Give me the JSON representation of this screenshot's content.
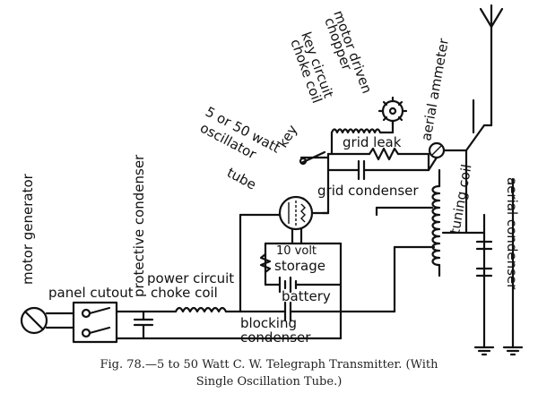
{
  "labels": {
    "motor_generator": "motor generator",
    "protective_condenser": "protective condenser",
    "panel_cutout": "panel cutout",
    "power_circuit": "power circuit",
    "choke_coil": "choke coil",
    "osc_1": "5 or 50 watt",
    "osc_2": "oscillator",
    "osc_3": "tube",
    "key": "key",
    "key_circuit_1": "key circuit",
    "key_circuit_2": "choke coil",
    "chopper_1": "motor driven",
    "chopper_2": "chopper",
    "grid_leak": "grid leak",
    "aerial_ammeter": "aerial ammeter",
    "tuning_coil": "tuning coil",
    "grid_condenser": "grid condenser",
    "storage_1": "10 volt",
    "storage_2": "storage",
    "battery": "battery",
    "blocking_1": "blocking",
    "blocking_2": "condenser",
    "aerial_condenser": "aerial condenser"
  },
  "caption": {
    "line1": "Fig. 78.—5 to 50 Watt C. W. Telegraph Transmitter.   (With",
    "line2": "Single Oscillation Tube.)"
  }
}
